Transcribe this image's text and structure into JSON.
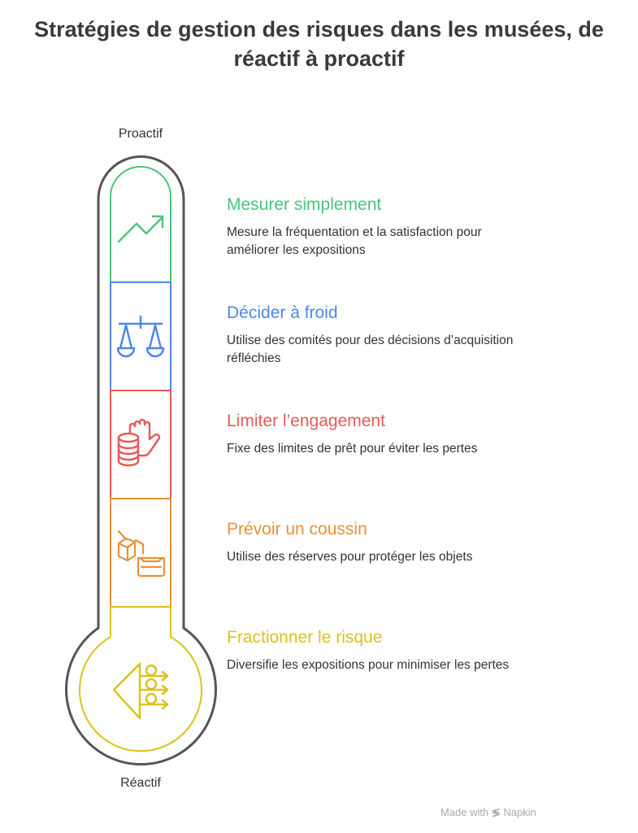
{
  "title": "Stratégies de gestion des risques dans les musées, de réactif à proactif",
  "axis": {
    "top": "Proactif",
    "bottom": "Réactif"
  },
  "items": [
    {
      "heading": "Mesurer simplement",
      "description": "Mesure la fréquentation et la satisfaction pour améliorer les expositions",
      "color": "#4cc47a",
      "icon": "trend-up-icon"
    },
    {
      "heading": "Décider à froid",
      "description": "Utilise des comités pour des décisions d’acquisition réfléchies",
      "color": "#4f87e8",
      "icon": "scale-icon"
    },
    {
      "heading": "Limiter l’engagement",
      "description": "Fixe des limites de prêt pour éviter les pertes",
      "color": "#e85a5a",
      "icon": "hand-coins-icon"
    },
    {
      "heading": "Prévoir un coussin",
      "description": "Utilise des réserves pour protéger les objets",
      "color": "#e8913a",
      "icon": "box-reserve-icon"
    },
    {
      "heading": "Fractionner le risque",
      "description": "Diversifie les expositions pour minimiser les pertes",
      "color": "#dcc21e",
      "icon": "split-arrows-icon"
    }
  ],
  "footer": {
    "made_with": "Made with",
    "brand": "Napkin"
  }
}
